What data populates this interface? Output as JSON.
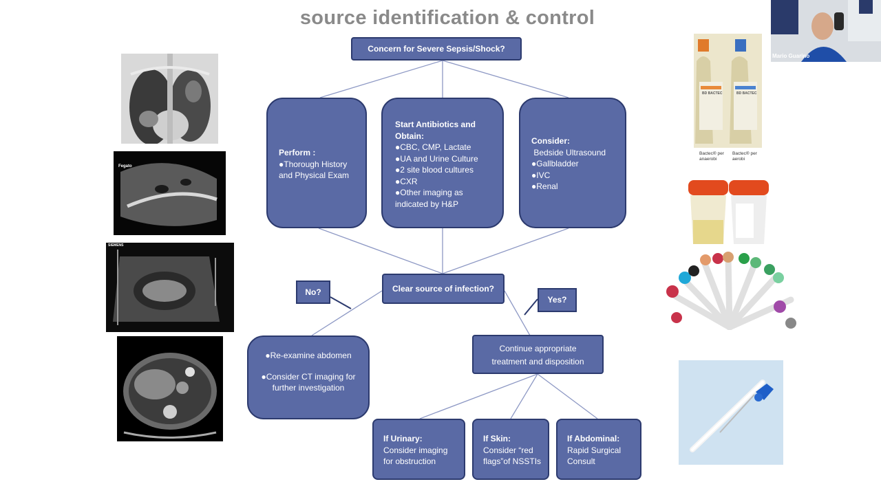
{
  "title": "source identification & control",
  "boxes": {
    "concern": "Concern for Severe Sepsis/Shock?",
    "perform": {
      "head": "Perform :",
      "lines": [
        "●Thorough History",
        "and Physical Exam"
      ]
    },
    "antibiotics": {
      "head1": "Start Antibiotics and",
      "head2": "Obtain:",
      "lines": [
        "●CBC, CMP, Lactate",
        "●UA and Urine Culture",
        "●2 site blood cultures",
        "●CXR",
        "●Other imaging as",
        "indicated by H&P"
      ]
    },
    "consider": {
      "head": "Consider:",
      "lines": [
        " Bedside Ultrasound",
        "●Gallbladder",
        "●IVC",
        "●Renal"
      ]
    },
    "clear_source": "Clear source of infection?",
    "no": "No?",
    "yes": "Yes?",
    "reexamine": {
      "line1": "●Re-examine abdomen",
      "line2": "●Consider CT imaging for",
      "line3": "further investigation"
    },
    "continue": {
      "line1": "Continue appropriate",
      "line2": "treatment and disposition"
    },
    "urinary": {
      "head": "If Urinary:",
      "lines": [
        "Consider imaging",
        "for obstruction"
      ]
    },
    "skin": {
      "head": "If Skin:",
      "lines": [
        "Consider “red",
        "flags”of NSSTIs"
      ]
    },
    "abdominal": {
      "head": "If Abdominal:",
      "lines": [
        "Rapid Surgical",
        "Consult"
      ]
    }
  },
  "images": {
    "ultrasound_liver_label": "Fegato",
    "siemens_label": "SIEMENS",
    "bottle_label_1": "BD BACTEC",
    "bottle_label_2": "BD BACTEC",
    "caption_1": "Bactec® per anaerobi",
    "caption_2": "Bactec® per aerobi"
  },
  "video": {
    "name": "Mario Guarino"
  },
  "colors": {
    "box_fill": "#5a6aa5",
    "box_border": "#2c3a6e",
    "title": "#8a8a8a"
  }
}
